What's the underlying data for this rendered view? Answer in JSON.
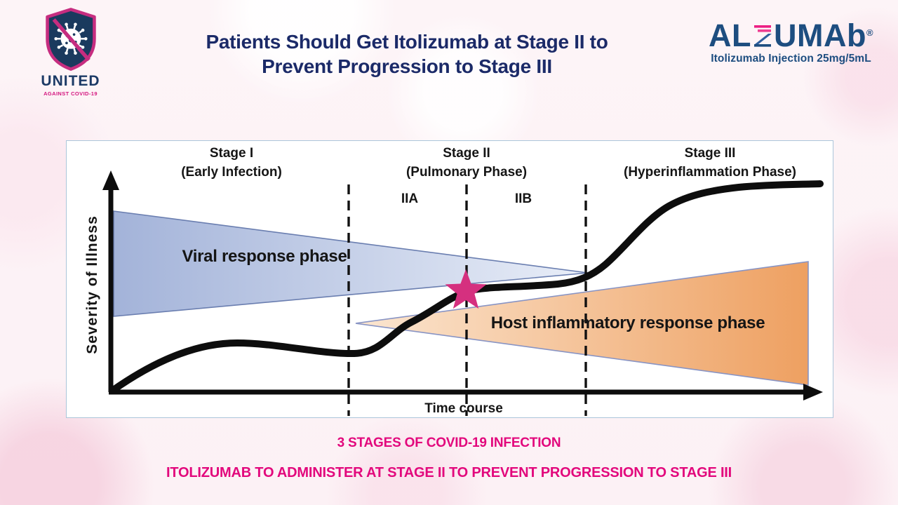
{
  "header": {
    "united_logo": {
      "line1": "UNITED",
      "line2": "AGAINST COVID-19"
    },
    "title_line1": "Patients Should Get Itolizumab at Stage II to",
    "title_line2": "Prevent Progression to Stage III",
    "alzumab_logo": {
      "prefix": "AL",
      "suffix": "UMAb",
      "registered": "®",
      "subtitle": "Itolizumab Injection 25mg/5mL"
    }
  },
  "chart": {
    "stages": [
      {
        "name": "Stage I",
        "phase": "(Early Infection)"
      },
      {
        "name": "Stage II",
        "phase": "(Pulmonary Phase)"
      },
      {
        "name": "Stage III",
        "phase": "(Hyperinflammation Phase)"
      }
    ],
    "substages": {
      "iia": "IIA",
      "iib": "IIB"
    },
    "y_axis_label": "Severity of Illness",
    "x_axis_label": "Time course",
    "viral_label": "Viral response phase",
    "host_label": "Host inflammatory response phase"
  },
  "captions": {
    "line1": "3 STAGES OF COVID-19 INFECTION",
    "line2": "ITOLIZUMAB TO ADMINISTER AT STAGE II TO PREVENT PROGRESSION TO STAGE III"
  },
  "colors": {
    "title_navy": "#1b2a68",
    "caption_magenta": "#e2077c",
    "shield_navy": "#1a3a5e",
    "shield_magenta": "#c62d80",
    "alzumab_blue": "#1d4d80",
    "alzumab_pink": "#ec1e83",
    "viral_triangle": "#a7b6db",
    "host_triangle": "#efa264",
    "star_pink": "#d5307f",
    "curve_black": "#0d0d0d",
    "panel_border": "#abc6da"
  },
  "chart_data": {
    "type": "line",
    "title": "3 stages of COVID-19 infection — severity over time",
    "xlabel": "Time course",
    "ylabel": "Severity of Illness",
    "x_regions": [
      {
        "label": "Stage I (Early Infection)",
        "x_start": 0,
        "x_end": 0.334
      },
      {
        "label": "Stage IIA (Pulmonary Phase)",
        "x_start": 0.334,
        "x_end": 0.5
      },
      {
        "label": "Stage IIB (Pulmonary Phase)",
        "x_start": 0.5,
        "x_end": 0.669
      },
      {
        "label": "Stage III (Hyperinflammation Phase)",
        "x_start": 0.669,
        "x_end": 1.0
      }
    ],
    "series": [
      {
        "name": "Disease severity curve",
        "x": [
          0,
          0.18,
          0.34,
          0.42,
          0.5,
          0.6,
          0.67,
          0.72,
          0.79,
          0.88,
          1.0
        ],
        "y": [
          0,
          0.22,
          0.17,
          0.33,
          0.48,
          0.51,
          0.54,
          0.63,
          0.89,
          0.98,
          1.0
        ]
      },
      {
        "name": "Viral response phase (band, tapering)",
        "x_start": 0.0,
        "x_end": 0.672,
        "max_at": "left"
      },
      {
        "name": "Host inflammatory response phase (band, growing)",
        "x_start": 0.342,
        "x_end": 0.985,
        "max_at": "right"
      }
    ],
    "annotations": [
      {
        "type": "star",
        "x": 0.5,
        "y": 0.48,
        "meaning": "Itolizumab administration point at Stage II"
      }
    ],
    "grid": false,
    "legend": "labels inside bands"
  }
}
